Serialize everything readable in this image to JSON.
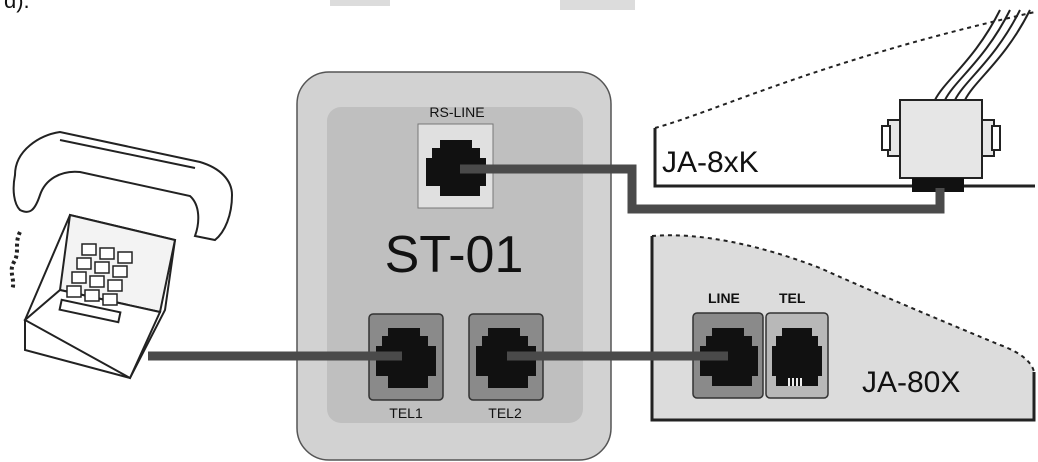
{
  "top_fragment": "d).",
  "st01": {
    "title": "ST-01",
    "port_rs_line": "RS-LINE",
    "port_tel1": "TEL1",
    "port_tel2": "TEL2"
  },
  "ja8xk": {
    "label": "JA-8xK"
  },
  "ja80x": {
    "label": "JA-80X",
    "port_line": "LINE",
    "port_tel": "TEL"
  },
  "colors": {
    "body_gray": "#d2d2d2",
    "panel_gray": "#bfbfbf",
    "jack_gray": "#8a8a8a",
    "cable": "#4a4a4a",
    "panel_light": "#e0e0e0"
  }
}
